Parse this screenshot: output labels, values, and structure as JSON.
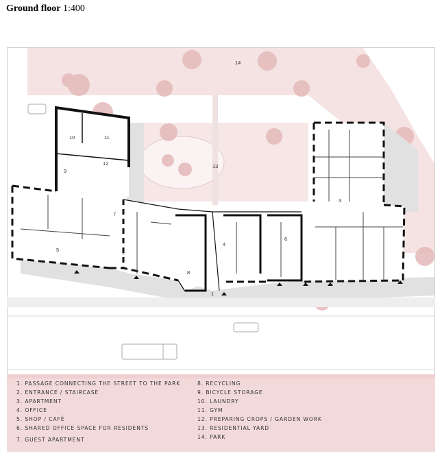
{
  "header": {
    "title_bold": "Ground floor",
    "scale": "1:400"
  },
  "colors": {
    "park_pink": "#f3dcdc",
    "tree_pink": "#e6bcbc",
    "shadow_gray": "#dcdcdc",
    "wall_black": "#111111",
    "light_gray": "#e8e8e8"
  },
  "plan": {
    "labels": [
      "1",
      "2",
      "3",
      "4",
      "5",
      "6",
      "7",
      "8",
      "9",
      "10",
      "11",
      "12",
      "13",
      "14"
    ]
  },
  "legend": {
    "left": [
      "1. PASSAGE CONNECTING THE STREET TO THE PARK",
      "2. ENTRANCE / STAIRCASE",
      "3. APARTMENT",
      "4. OFFICE",
      "5. SHOP / CAFÉ",
      "6. SHARED OFFICE SPACE FOR RESIDENTS",
      "7. GUEST APARTMENT"
    ],
    "right": [
      "8. RECYCLING",
      "9. BICYCLE STORAGE",
      "10. LAUNDRY",
      "11. GYM",
      "12. PREPARING CROPS / GARDEN WORK",
      "13. RESIDENTIAL YARD",
      "14. PARK"
    ]
  }
}
